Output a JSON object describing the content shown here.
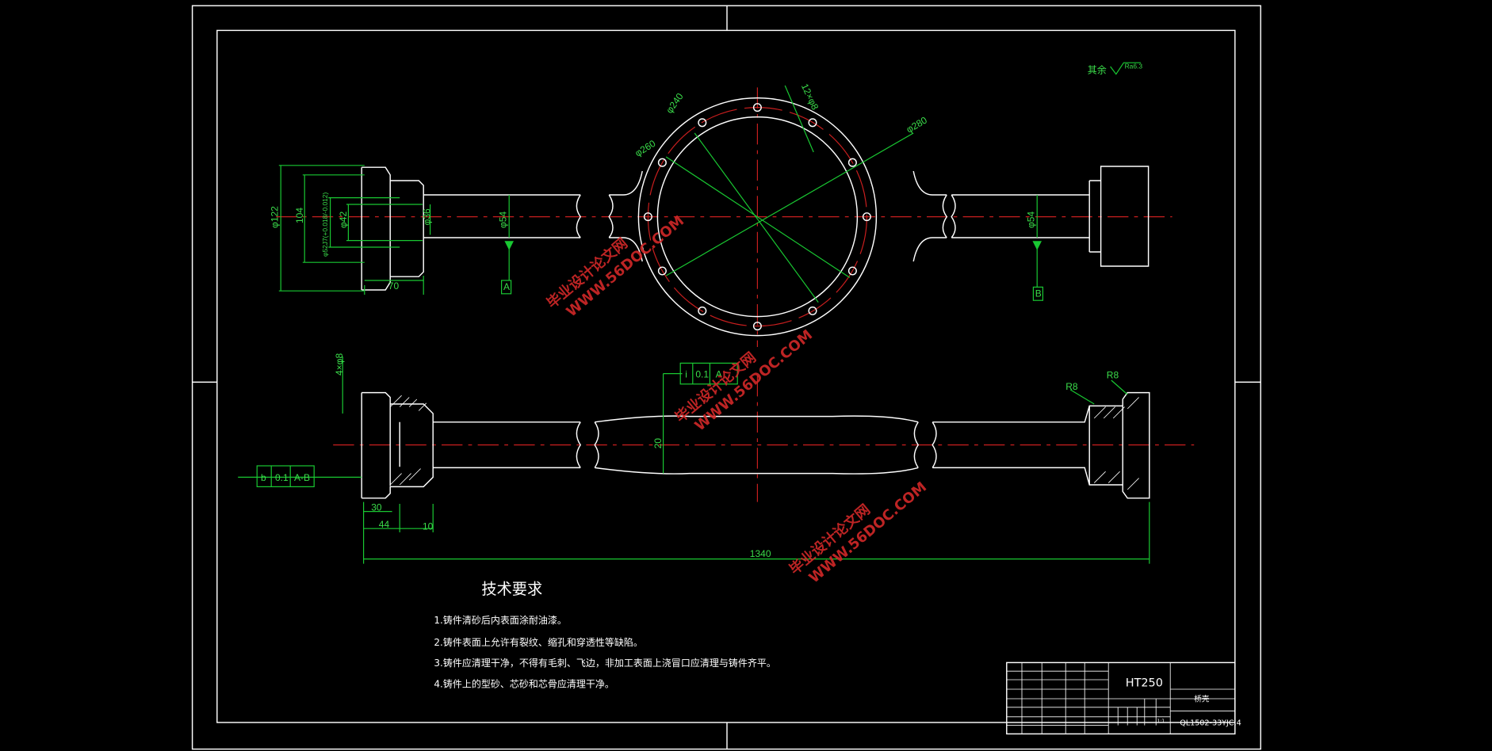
{
  "drawing": {
    "roughness_note": {
      "label": "其余",
      "value": "Ra6.3"
    },
    "top_view_dims": [
      "φ122",
      "104",
      "φ52J7(+0.018/-0.012)",
      "φ42",
      "φ36",
      "70",
      "φ54",
      "φ54",
      "φ240",
      "12×φ8",
      "φ280",
      "φ260"
    ],
    "datum_labels": [
      "A",
      "B"
    ],
    "front_view_dims": [
      "4×φ8",
      "30",
      "44",
      "10",
      "20",
      "1340",
      "R8",
      "R8"
    ],
    "tolerance_frames": [
      {
        "symbol": "b",
        "value": "0.1",
        "datum": "A-B"
      },
      {
        "symbol": "i",
        "value": "0.1",
        "datum": "A"
      }
    ]
  },
  "requirements": {
    "title": "技术要求",
    "items": [
      "1.铸件清砂后内表面涂耐油漆。",
      "2.铸件表面上允许有裂纹、缩孔和穿透性等缺陷。",
      "3.铸件应清理干净，不得有毛刺、飞边，非加工表面上浇冒口应清理与铸件齐平。",
      "4.铸件上的型砂、芯砂和芯骨应清理干净。"
    ]
  },
  "title_block": {
    "material": "HT250",
    "part_name": "桥壳",
    "drawing_number": "QL1502-33YJC.4",
    "scale": "1:1"
  },
  "watermark": {
    "line1": "毕业设计论文网",
    "line2": "WWW.56DOC.COM"
  }
}
